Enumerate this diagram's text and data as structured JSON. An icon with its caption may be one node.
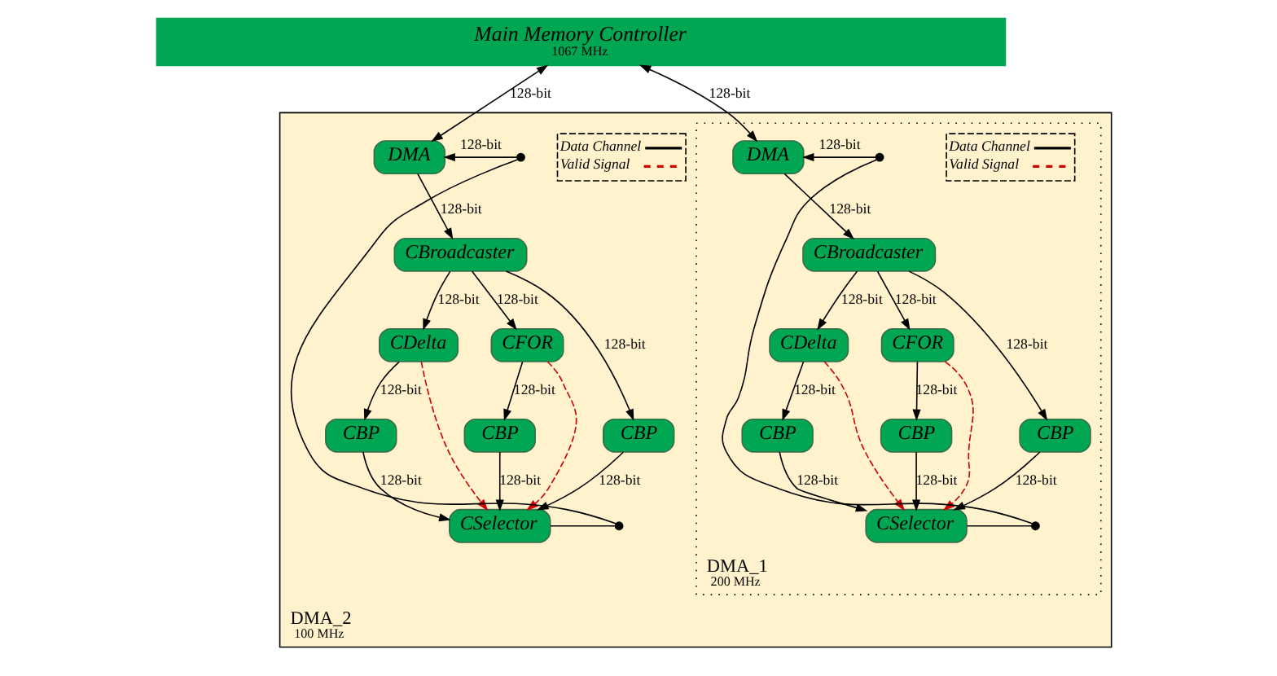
{
  "diagram": {
    "nodes": [
      {
        "text": [
          "Main Memory Controller",
          "1067 MHz"
        ]
      },
      {
        "text": [
          "DMA_2",
          "100 MHz"
        ]
      },
      {
        "text": [
          "DMA"
        ],
        "in": 1
      },
      {
        "text": [
          "CBroadcaster"
        ],
        "in": 1
      },
      {
        "text": [
          "CDelta"
        ],
        "in": 1
      },
      {
        "text": [
          "CFOR"
        ],
        "in": 1
      },
      {
        "text": [
          "CBP"
        ],
        "in": 1
      },
      {
        "text": [
          "CBP"
        ],
        "in": 1
      },
      {
        "text": [
          "CBP"
        ],
        "in": 1
      },
      {
        "text": [
          "CSelector"
        ],
        "in": 1
      },
      {
        "text": [],
        "shape": "circle",
        "in": 1
      },
      {
        "text": [],
        "shape": "circle",
        "in": 1
      },
      {
        "text": [
          "DMA_1",
          "200 MHz"
        ],
        "in": 1
      },
      {
        "text": [
          "DMA"
        ],
        "in": 12
      },
      {
        "text": [
          "CBroadcaster"
        ],
        "in": 12
      },
      {
        "text": [
          "CDelta"
        ],
        "in": 12
      },
      {
        "text": [
          "CFOR"
        ],
        "in": 12
      },
      {
        "text": [
          "CBP"
        ],
        "in": 12
      },
      {
        "text": [
          "CBP"
        ],
        "in": 12
      },
      {
        "text": [
          "CBP"
        ],
        "in": 12
      },
      {
        "text": [
          "CSelector"
        ],
        "in": 12
      },
      {
        "text": [],
        "shape": "circle",
        "in": 12
      },
      {
        "text": [],
        "shape": "circle",
        "in": 12
      }
    ],
    "edges": [
      {
        "from": 0,
        "to": 2,
        "arrow": "both",
        "label": "128-bit"
      },
      {
        "from": 2,
        "to": 3,
        "arrow": "to",
        "label": "128-bit"
      },
      {
        "from": 3,
        "to": 4,
        "arrow": "to",
        "label": "128-bit"
      },
      {
        "from": 3,
        "to": 7,
        "arrow": "to",
        "label": "128-bit"
      },
      {
        "from": 3,
        "to": 5,
        "arrow": "to",
        "label": "128-bit"
      },
      {
        "from": 4,
        "to": 6,
        "arrow": "to",
        "label": "128-bit"
      },
      {
        "from": 5,
        "to": 8,
        "arrow": "to",
        "label": "128-bit"
      },
      {
        "from": 6,
        "to": 9,
        "arrow": "to",
        "label": "128-bit"
      },
      {
        "from": 7,
        "to": 9,
        "arrow": "to",
        "label": "128-bit"
      },
      {
        "from": 8,
        "to": 9,
        "arrow": "to",
        "label": "128-bit"
      },
      {
        "from": 4,
        "to": 9,
        "arrow": "to",
        "style": "dashed",
        "color": "#cc0000"
      },
      {
        "from": 5,
        "to": 9,
        "arrow": "to",
        "style": "dashed",
        "color": "#cc0000"
      },
      {
        "from": 9,
        "to": 11,
        "arrow": "none"
      },
      {
        "from": 11,
        "to": 10,
        "arrow": "none"
      },
      {
        "from": 10,
        "to": 2,
        "arrow": "to",
        "label": "128-bit"
      },
      {
        "from": 0,
        "to": 13,
        "arrow": "both",
        "label": "128-bit"
      },
      {
        "from": 13,
        "to": 14,
        "arrow": "to",
        "label": "128-bit"
      },
      {
        "from": 14,
        "to": 15,
        "arrow": "to",
        "label": "128-bit"
      },
      {
        "from": 14,
        "to": 18,
        "arrow": "to",
        "label": "128-bit"
      },
      {
        "from": 14,
        "to": 16,
        "arrow": "to",
        "label": "128-bit"
      },
      {
        "from": 15,
        "to": 17,
        "arrow": "to",
        "label": "128-bit"
      },
      {
        "from": 16,
        "to": 19,
        "arrow": "to",
        "label": "128-bit"
      },
      {
        "from": 17,
        "to": 20,
        "arrow": "to",
        "label": "128-bit"
      },
      {
        "from": 18,
        "to": 20,
        "arrow": "to",
        "label": "128-bit"
      },
      {
        "from": 19,
        "to": 20,
        "arrow": "to",
        "label": "128-bit"
      },
      {
        "from": 15,
        "to": 20,
        "arrow": "to",
        "style": "dashed",
        "color": "#cc0000"
      },
      {
        "from": 16,
        "to": 20,
        "arrow": "to",
        "style": "dashed",
        "color": "#cc0000"
      },
      {
        "from": 20,
        "to": 22,
        "arrow": "none"
      },
      {
        "from": 22,
        "to": 21,
        "arrow": "none"
      },
      {
        "from": 21,
        "to": 13,
        "arrow": "to",
        "label": "128-bit"
      }
    ],
    "legend": [
      {
        "text": "Data Channel"
      },
      {
        "text": "Valid Signal"
      },
      {
        "text": "Data Channel"
      },
      {
        "text": "Valid Signal"
      }
    ]
  }
}
